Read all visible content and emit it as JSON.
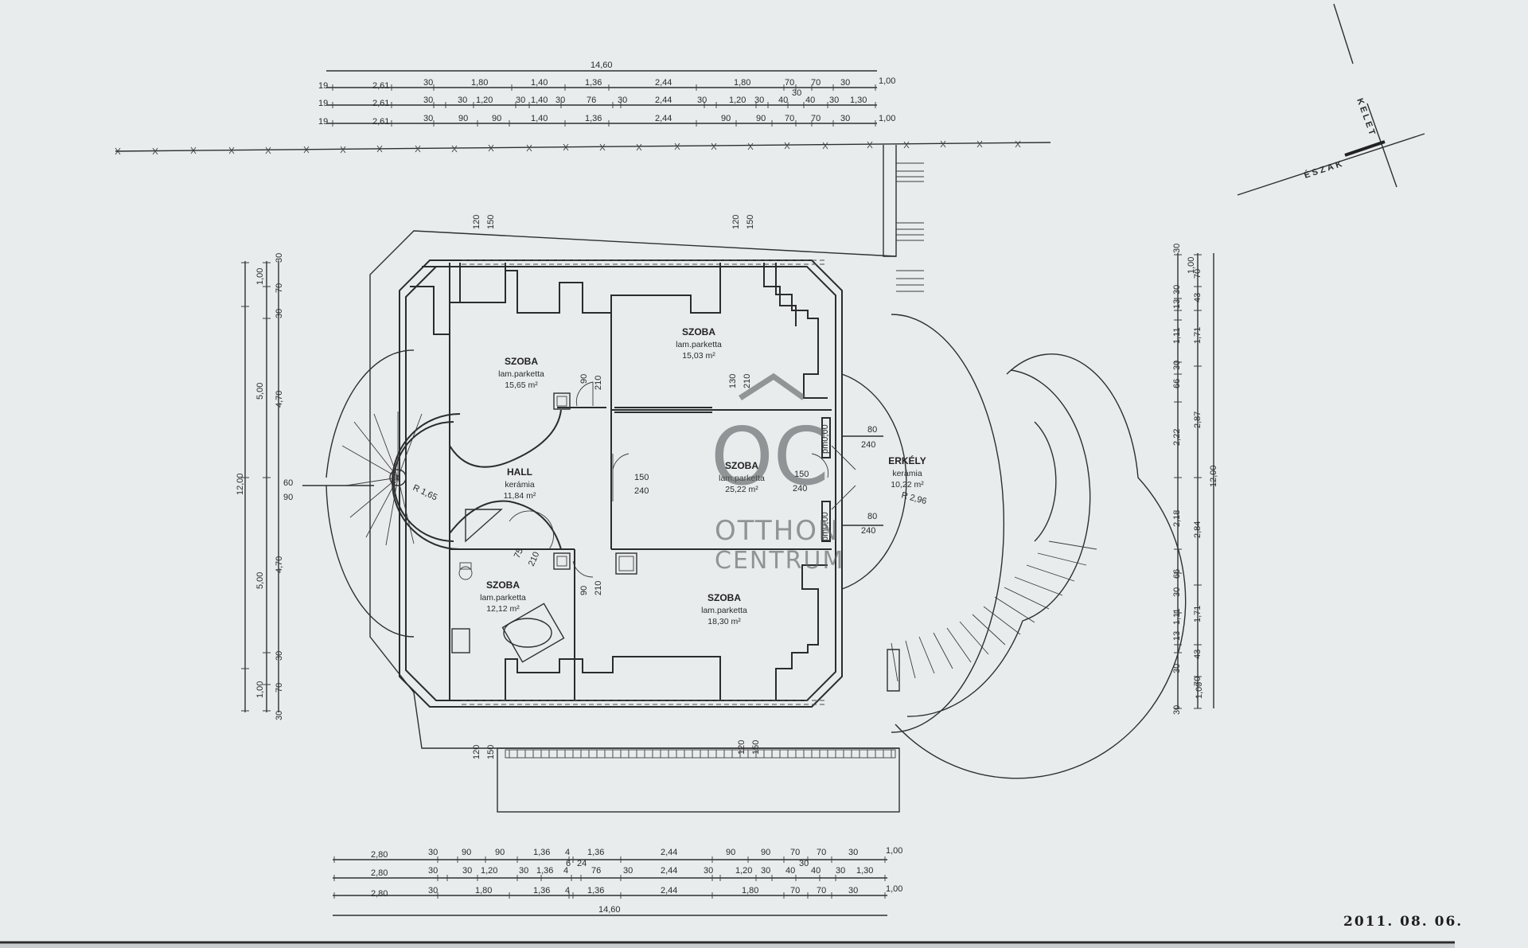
{
  "date": "2011. 08. 06.",
  "compass": {
    "east": "KELET",
    "north": "ÉSZAK"
  },
  "watermark": {
    "logo": "OC",
    "line1": "OTTHON",
    "line2": "CENTRUM"
  },
  "rooms": [
    {
      "id": "szoba-1",
      "name": "SZOBA",
      "floor": "lam.parketta",
      "area": "15,65 m²"
    },
    {
      "id": "szoba-2",
      "name": "SZOBA",
      "floor": "lam.parketta",
      "area": "15,03 m²"
    },
    {
      "id": "hall",
      "name": "HALL",
      "floor": "kerámia",
      "area": "11,84 m²"
    },
    {
      "id": "szoba-3",
      "name": "SZOBA",
      "floor": "lam.parketta",
      "area": "25,22 m²"
    },
    {
      "id": "erkely",
      "name": "ERKÉLY",
      "floor": "kerámia",
      "area": "10,22 m²"
    },
    {
      "id": "szoba-4",
      "name": "SZOBA",
      "floor": "lam.parketta",
      "area": "12,12 m²"
    },
    {
      "id": "szoba-5",
      "name": "SZOBA",
      "floor": "lam.parketta",
      "area": "18,30 m²"
    }
  ],
  "top_dims": {
    "total": "14,60",
    "row1": [
      "19",
      "2,61",
      "30",
      "1,80",
      "1,40",
      "1,36",
      "2,44",
      "1,80",
      "70",
      "70",
      "30",
      "1,00"
    ],
    "row2": [
      "19",
      "2,61",
      "30",
      "30",
      "1,20",
      "30",
      "1,40",
      "30",
      "76",
      "30",
      "2,44",
      "30",
      "1,20",
      "30",
      "40",
      "40",
      "30",
      "1,30"
    ],
    "row2_extra": "30",
    "row3": [
      "19",
      "2,61",
      "30",
      "90",
      "90",
      "1,40",
      "1,36",
      "2,44",
      "90",
      "90",
      "70",
      "70",
      "30",
      "1,00"
    ]
  },
  "bottom_dims": {
    "total": "14,60",
    "row1": [
      "2,80",
      "30",
      "90",
      "90",
      "1,36",
      "4",
      "1,36",
      "2,44",
      "90",
      "90",
      "70",
      "70",
      "30",
      "1,00"
    ],
    "row2": [
      "2,80",
      "30",
      "30",
      "1,20",
      "30",
      "1,36",
      "4",
      "76",
      "30",
      "2,44",
      "30",
      "1,20",
      "30",
      "40",
      "40",
      "30",
      "1,30"
    ],
    "row2_extra": [
      "6",
      "24",
      "30"
    ],
    "row3": [
      "2,80",
      "30",
      "1,80",
      "1,36",
      "4",
      "1,36",
      "2,44",
      "1,80",
      "70",
      "70",
      "30",
      "1,00"
    ]
  },
  "left_dims": {
    "outer": [
      "1,00",
      "5,00",
      "5,00",
      "1,00"
    ],
    "total": "12,00",
    "inner": [
      "70",
      "4,70",
      "4,70",
      "70"
    ],
    "small": [
      "30",
      "30",
      "30",
      "30"
    ]
  },
  "right_dims": {
    "col1": [
      "30",
      "30",
      "13",
      "1,11",
      "30",
      "66",
      "2,22",
      "2,18",
      "66",
      "30",
      "1,11",
      "13",
      "30",
      "30"
    ],
    "col2": [
      "70",
      "43",
      "1,71",
      "2,87",
      "2,84",
      "1,71",
      "43",
      "70"
    ],
    "col3": [
      "1,00",
      "1,00"
    ],
    "total": "12,00"
  },
  "openings": {
    "top_left": [
      "120",
      "150"
    ],
    "top_right": [
      "120",
      "150"
    ],
    "bottom_left": [
      "120",
      "150"
    ],
    "bottom_right": [
      "120",
      "150"
    ],
    "door_a": [
      "90",
      "210"
    ],
    "door_b": [
      "130",
      "210"
    ],
    "door_c": [
      "150",
      "240"
    ],
    "door_d": [
      "150",
      "240"
    ],
    "door_e": [
      "75",
      "210"
    ],
    "door_f": [
      "90",
      "210"
    ],
    "balcony_1": [
      "80",
      "240"
    ],
    "balcony_2": [
      "80",
      "240"
    ],
    "pm_1": "pm0,00",
    "pm_2": "pm0,00",
    "stair_dim": [
      "60",
      "90"
    ],
    "stair_radius": "R 1,65",
    "balcony_radius": "R 2,96"
  }
}
